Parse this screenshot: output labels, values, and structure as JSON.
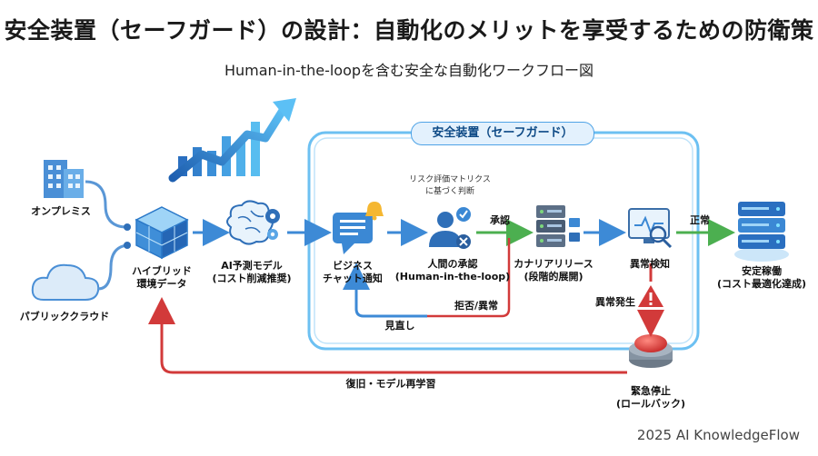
{
  "title": "安全装置（セーフガード）の設計：自動化のメリットを享受するための防衛策",
  "subtitle": "Human-in-the-loopを含む安全な自動化ワークフロー図",
  "guard_label": "安全装置（セーフガード）",
  "nodes": {
    "onprem": "オンプレミス",
    "cloud": "パブリッククラウド",
    "hybrid_1": "ハイブリッド",
    "hybrid_2": "環境データ",
    "ai_1": "AI予測モデル",
    "ai_2": "(コスト削減推奨)",
    "chat_1": "ビジネス",
    "chat_2": "チャット通知",
    "risk_1": "リスク評価マトリクス",
    "risk_2": "に基づく判断",
    "human_1": "人間の承認",
    "human_2": "(Human-in-the-loop)",
    "canary_1": "カナリアリリース",
    "canary_2": "(段階的展開)",
    "anomaly": "異常検知",
    "stable_1": "安定稼働",
    "stable_2": "(コスト最適化達成)",
    "stop_1": "緊急停止",
    "stop_2": "(ロールバック)"
  },
  "edges": {
    "approve": "承認",
    "normal": "正常",
    "reject": "拒否/異常",
    "review": "見直し",
    "anomaly_occur": "異常発生",
    "recover": "復旧・モデル再学習"
  },
  "footer": "2025 AI KnowledgeFlow",
  "colors": {
    "blue": "#2f7fd0",
    "light_blue": "#5fb4ee",
    "green": "#4caf50",
    "red": "#d23a3a"
  }
}
